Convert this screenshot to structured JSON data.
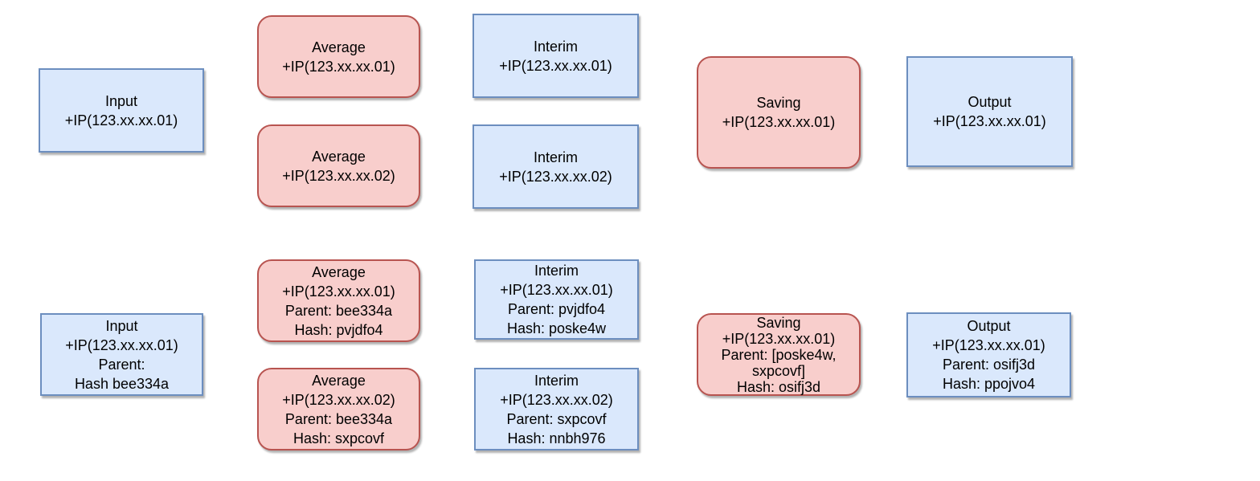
{
  "canvas": {
    "background": "#ffffff"
  },
  "colors": {
    "blue_fill": "#dae8fc",
    "blue_border": "#6c8ebf",
    "red_fill": "#f8cecc",
    "red_border": "#b85450",
    "text": "#000000"
  },
  "nodes": {
    "top_input": {
      "shape": "rectangle",
      "color": "blue",
      "text": "Input\n+IP(123.xx.xx.01)"
    },
    "top_average_01": {
      "shape": "rounded",
      "color": "red",
      "text": "Average\n+IP(123.xx.xx.01)"
    },
    "top_average_02": {
      "shape": "rounded",
      "color": "red",
      "text": "Average\n+IP(123.xx.xx.02)"
    },
    "top_interim_01": {
      "shape": "rectangle",
      "color": "blue",
      "text": "Interim\n+IP(123.xx.xx.01)"
    },
    "top_interim_02": {
      "shape": "rectangle",
      "color": "blue",
      "text": "Interim\n+IP(123.xx.xx.02)"
    },
    "top_saving": {
      "shape": "rounded",
      "color": "red",
      "text": "Saving\n+IP(123.xx.xx.01)"
    },
    "top_output": {
      "shape": "rectangle",
      "color": "blue",
      "text": "Output\n+IP(123.xx.xx.01)"
    },
    "bottom_input": {
      "shape": "rectangle",
      "color": "blue",
      "text": "Input\n+IP(123.xx.xx.01)\nParent:\nHash bee334a"
    },
    "bottom_average_01": {
      "shape": "rounded",
      "color": "red",
      "text": "Average\n+IP(123.xx.xx.01)\nParent: bee334a\nHash: pvjdfo4"
    },
    "bottom_average_02": {
      "shape": "rounded",
      "color": "red",
      "text": "Average\n+IP(123.xx.xx.02)\nParent: bee334a\nHash: sxpcovf"
    },
    "bottom_interim_01": {
      "shape": "rectangle",
      "color": "blue",
      "text": "Interim\n+IP(123.xx.xx.01)\nParent: pvjdfo4\nHash: poske4w"
    },
    "bottom_interim_02": {
      "shape": "rectangle",
      "color": "blue",
      "text": "Interim\n+IP(123.xx.xx.02)\nParent: sxpcovf\nHash: nnbh976"
    },
    "bottom_saving": {
      "shape": "rounded",
      "color": "red",
      "text": "Saving\n+IP(123.xx.xx.01)\nParent: [poske4w,\nsxpcovf]\nHash: osifj3d"
    },
    "bottom_output": {
      "shape": "rectangle",
      "color": "blue",
      "text": "Output\n+IP(123.xx.xx.01)\nParent: osifj3d\nHash: ppojvo4"
    }
  }
}
